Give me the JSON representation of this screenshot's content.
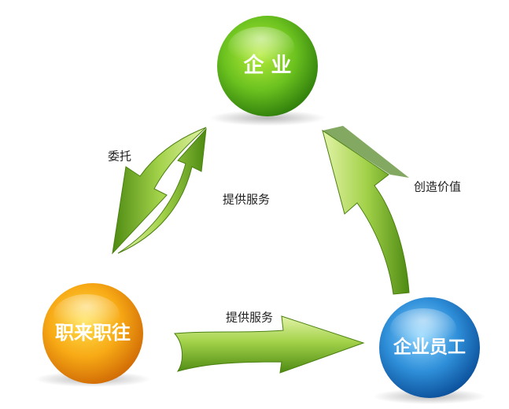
{
  "nodes": {
    "enterprise": {
      "label": "企 业",
      "color": "#6cc21f"
    },
    "platform": {
      "label": "职来职往",
      "color": "#f5a615"
    },
    "employee": {
      "label": "企业员工",
      "color": "#2f8fd9"
    }
  },
  "edges": {
    "entrust_label": "委托",
    "service_to_enterprise_label": "提供服务",
    "service_to_employee_label": "提供服务",
    "create_value_label": "创造价值"
  },
  "colors": {
    "arrow_light": "#d5ec8a",
    "arrow_dark": "#5b9a17",
    "arrow_edge": "#4a8010"
  }
}
